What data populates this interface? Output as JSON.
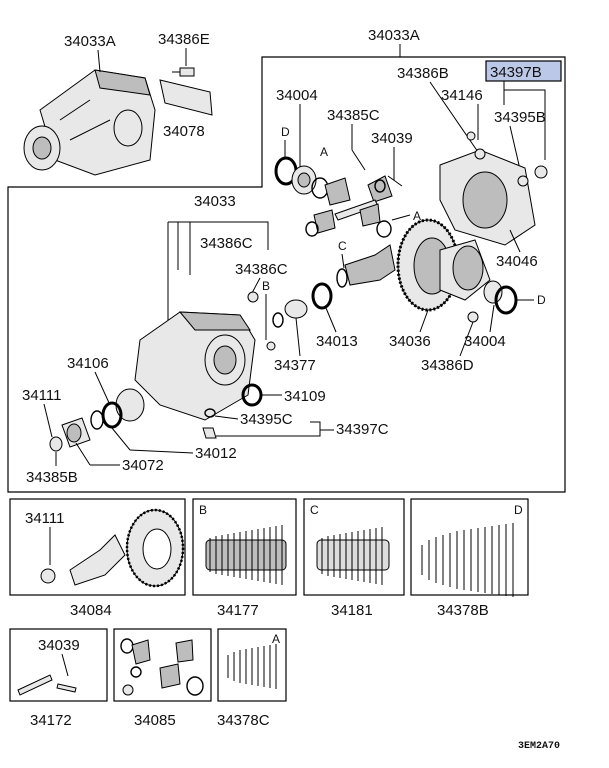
{
  "labels": {
    "l34033A_top_left": "34033A",
    "l34386E": "34386E",
    "l34078": "34078",
    "l34033A_top": "34033A",
    "l34386B_1": "34386B",
    "l34397B": "34397B",
    "l34004_1": "34004",
    "l34146": "34146",
    "l34385C": "34385C",
    "l34395B": "34395B",
    "l34039_1": "34039",
    "l34046": "34046",
    "l34033": "34033",
    "l34386C_1": "34386C",
    "l34386C_2": "34386C",
    "l34013": "34013",
    "l34036": "34036",
    "l34004_2": "34004",
    "l34377": "34377",
    "l34386D": "34386D",
    "l34106": "34106",
    "l34109": "34109",
    "l34111_1": "34111",
    "l34395C": "34395C",
    "l34397C": "34397C",
    "l34012": "34012",
    "l34385B": "34385B",
    "l34072": "34072",
    "l34111_2": "34111",
    "l34084": "34084",
    "l34177": "34177",
    "l34181": "34181",
    "l34378B": "34378B",
    "l34039_2": "34039",
    "l34172": "34172",
    "l34085": "34085",
    "l34378C": "34378C"
  },
  "letters": {
    "D1": "D",
    "A1": "A",
    "A2": "A",
    "C1": "C",
    "B1": "B",
    "D2": "D",
    "B_box": "B",
    "C_box": "C",
    "D_box": "D",
    "A_box": "A"
  },
  "diagram_code": "3EM2A70",
  "highlight_color": "#bcc8e8"
}
